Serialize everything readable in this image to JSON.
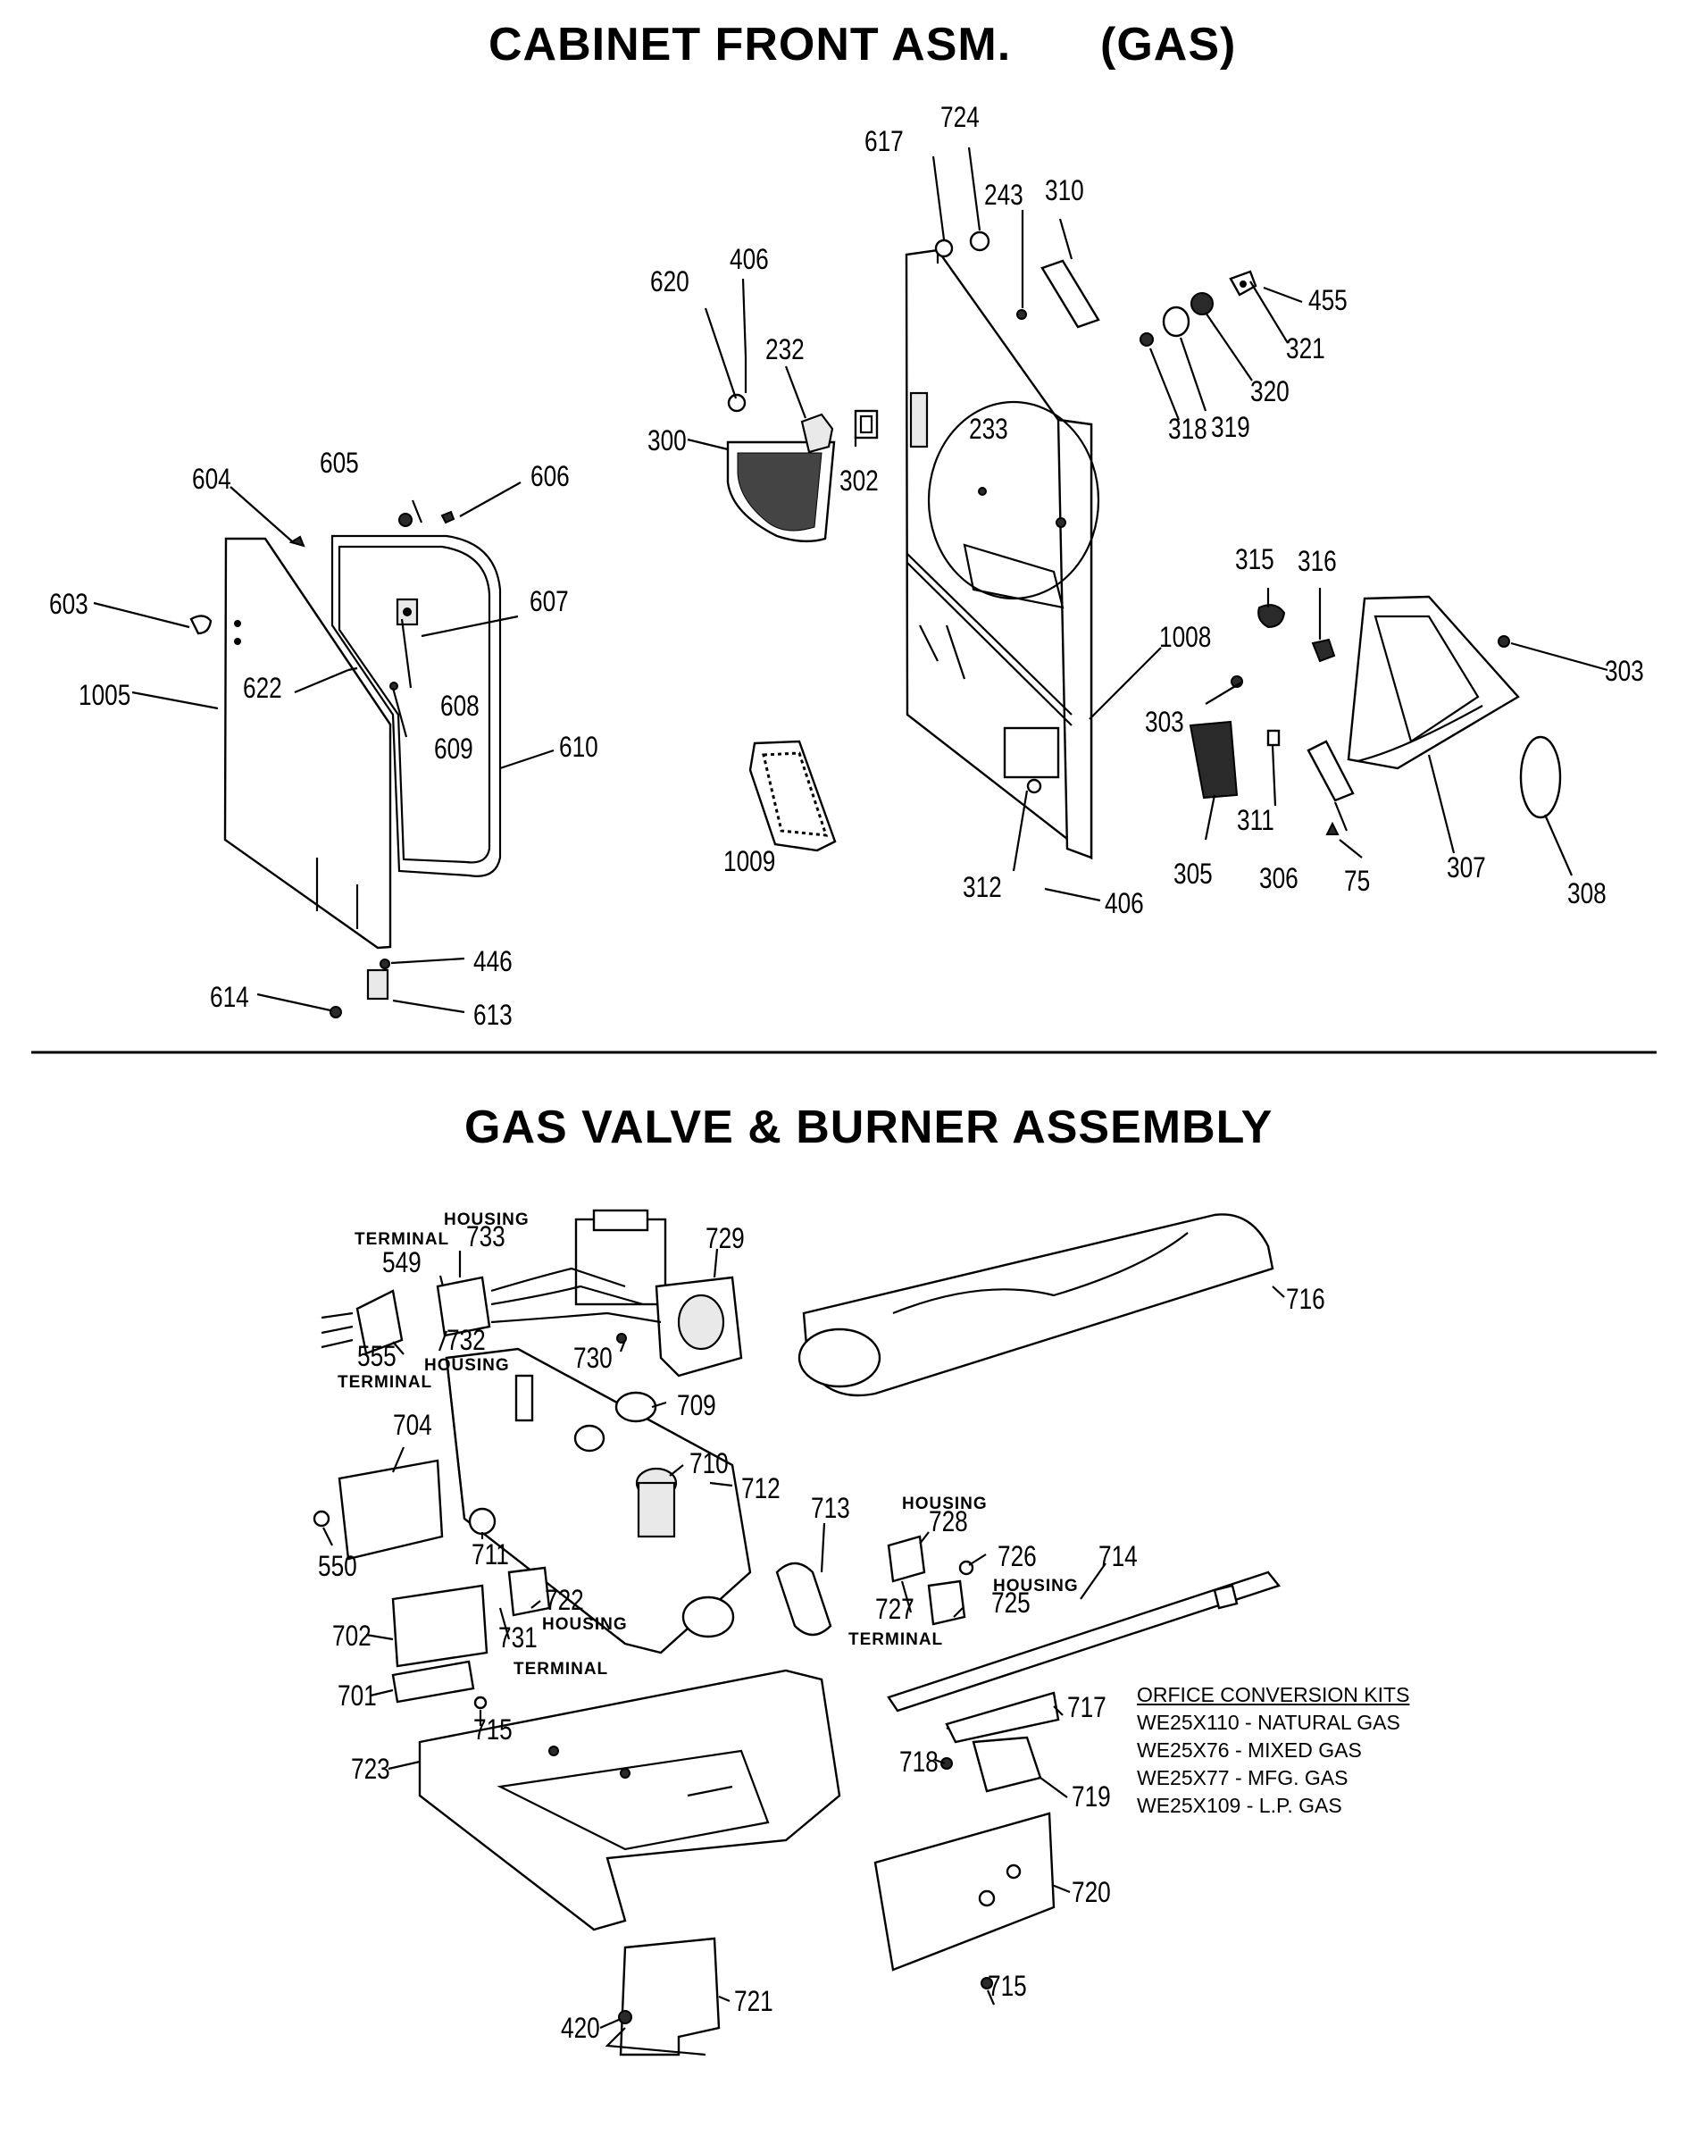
{
  "section1": {
    "title": "CABINET FRONT ASM.",
    "subtitle": "(GAS)"
  },
  "section2": {
    "title": "GAS VALVE & BURNER ASSEMBLY"
  },
  "part_numbers": {
    "p617": "617",
    "p724": "724",
    "p243": "243",
    "p310": "310",
    "p455": "455",
    "p321": "321",
    "p320": "320",
    "p318": "318",
    "p319": "319",
    "p406a": "406",
    "p620": "620",
    "p232": "232",
    "p300": "300",
    "p302": "302",
    "p233": "233",
    "p604": "604",
    "p605": "605",
    "p606": "606",
    "p607": "607",
    "p603": "603",
    "p622": "622",
    "p608": "608",
    "p1005": "1005",
    "p609": "609",
    "p610": "610",
    "p315": "315",
    "p316": "316",
    "p1008": "1008",
    "p303a": "303",
    "p303b": "303",
    "p1009": "1009",
    "p311": "311",
    "p305": "305",
    "p306": "306",
    "p75": "75",
    "p307": "307",
    "p308": "308",
    "p312": "312",
    "p406b": "406",
    "p446": "446",
    "p614": "614",
    "p613": "613",
    "p549": "549",
    "p733": "733",
    "p729": "729",
    "p716": "716",
    "p555": "555",
    "p732": "732",
    "p730": "730",
    "p704": "704",
    "p709": "709",
    "p710": "710",
    "p712": "712",
    "p550": "550",
    "p711": "711",
    "p713": "713",
    "p728": "728",
    "p726": "726",
    "p714": "714",
    "p722": "722",
    "p727": "727",
    "p725": "725",
    "p702": "702",
    "p731": "731",
    "p701": "701",
    "p715a": "715",
    "p717": "717",
    "p723": "723",
    "p718": "718",
    "p719": "719",
    "p720": "720",
    "p715b": "715",
    "p721": "721",
    "p420": "420"
  },
  "captions": {
    "terminal_733": "TERMINAL",
    "housing_733": "HOUSING",
    "terminal_555": "TERMINAL",
    "housing_732": "HOUSING",
    "housing_728": "HOUSING",
    "housing_725": "HOUSING",
    "terminal_727": "TERMINAL",
    "housing_722": "HOUSING",
    "terminal_731": "TERMINAL"
  },
  "kits": {
    "title": "ORFICE CONVERSION KITS",
    "items": [
      "WE25X110 - NATURAL GAS",
      "WE25X76 - MIXED GAS",
      "WE25X77 - MFG. GAS",
      "WE25X109 - L.P. GAS"
    ]
  }
}
